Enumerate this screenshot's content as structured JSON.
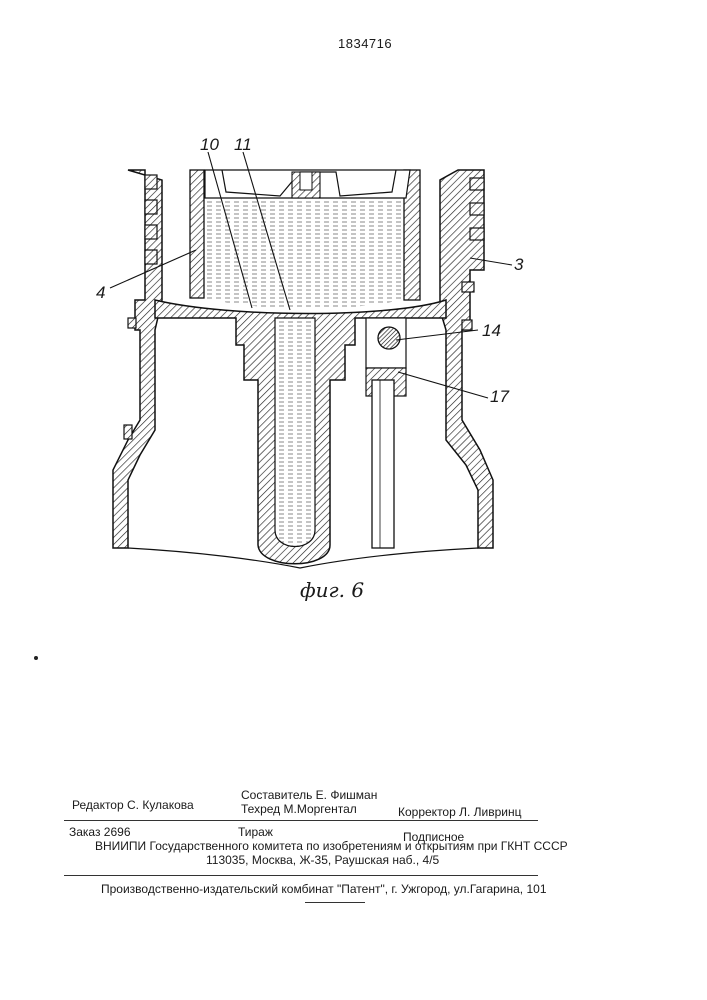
{
  "patent_number": "1834716",
  "figure": {
    "caption": "фиг. 6",
    "labels": [
      "10",
      "11",
      "3",
      "4",
      "14",
      "17"
    ]
  },
  "imprint": {
    "editor": "Редактор  С. Кулакова",
    "compiler": "Составитель  Е. Фишман",
    "techred": "Техред М.Моргентал",
    "corrector": "Корректор  Л. Ливринц",
    "order": "Заказ  2696",
    "circulation": "Тираж",
    "subscription": "Подписное",
    "vniipi": "ВНИИПИ Государственного комитета по изобретениям и открытиям при ГКНТ СССР",
    "address": "113035, Москва, Ж-35, Раушская наб., 4/5",
    "publisher": "Производственно-издательский комбинат \"Патент\", г. Ужгород, ул.Гагарина, 101"
  }
}
